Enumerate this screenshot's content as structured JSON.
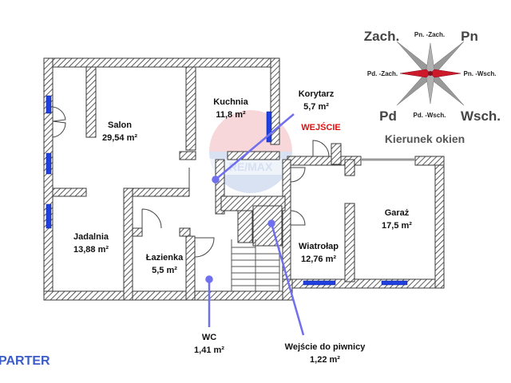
{
  "rooms": {
    "salon": {
      "name": "Salon",
      "area": "29,54 m²"
    },
    "kuchnia": {
      "name": "Kuchnia",
      "area": "11,8 m²"
    },
    "korytarz": {
      "name": "Korytarz",
      "area": "5,7 m²"
    },
    "jadalnia": {
      "name": "Jadalnia",
      "area": "13,88 m²"
    },
    "lazienka": {
      "name": "Łazienka",
      "area": "5,5 m²"
    },
    "wiatrolap": {
      "name": "Wiatrołap",
      "area": "12,76 m²"
    },
    "garaz": {
      "name": "Garaż",
      "area": "17,5 m²"
    },
    "wc": {
      "name": "WC",
      "area": "1,41 m²"
    },
    "piwnica": {
      "name": "Wejście do piwnicy",
      "area": "1,22 m²"
    }
  },
  "entrance_label": "WEJŚCIE",
  "floor_label": "PARTER",
  "watermark": "RE/MAX",
  "compass": {
    "nw": "Zach.",
    "n": "Pn",
    "sw": "Pd",
    "se": "Wsch.",
    "nnw": "Pn. -Zach.",
    "wnw": "Pd. -Zach.",
    "ene": "Pn. -Wsch.",
    "sse": "Pd. -Wsch.",
    "legend": "Kierunek okien"
  },
  "colors": {
    "wall": "#3a3a3a",
    "window": "#2040e0",
    "compass_red": "#cc1a2a",
    "compass_gray": "#888888",
    "pointer": "#7070ee",
    "entrance": "#e01010",
    "floor_label": "#3b5cc8"
  }
}
